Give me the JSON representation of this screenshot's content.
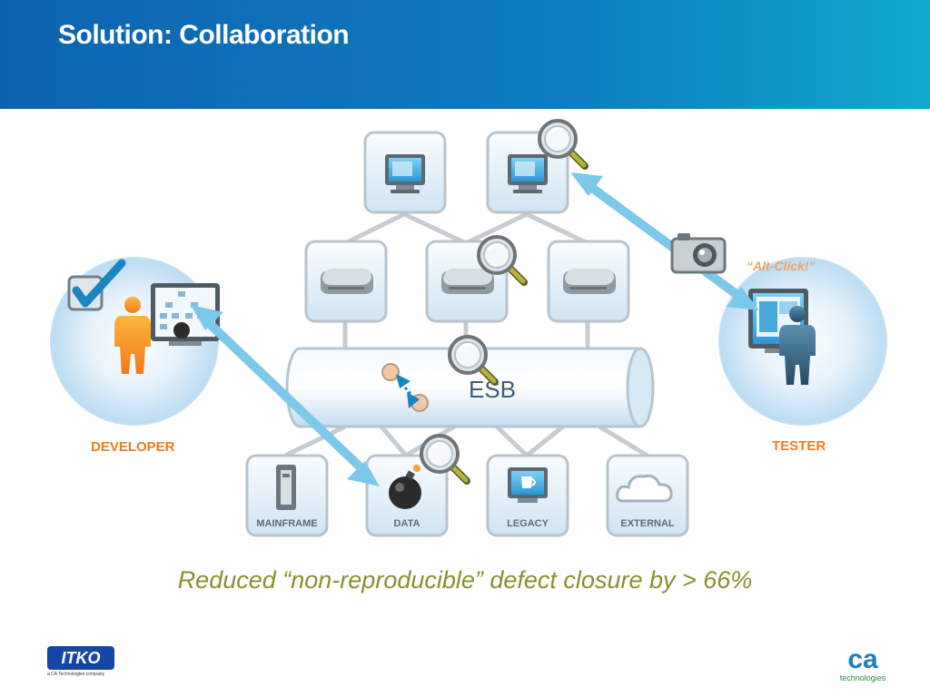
{
  "slide": {
    "title": "Solution: Collaboration",
    "caption": "Reduced “non-reproducible” defect closure by > 66%"
  },
  "diagram": {
    "bus_label": "ESB",
    "developer_label": "DEVELOPER",
    "tester_label": "TESTER",
    "tester_action": "“Alt-Click!”",
    "bottom_systems": [
      "MAINFRAME",
      "DATA",
      "LEGACY",
      "EXTERNAL"
    ],
    "icons": [
      "monitor-icon",
      "router-icon",
      "magnifier-icon",
      "camera-icon",
      "bomb-icon",
      "checkmark-icon",
      "person-icon",
      "cloud-icon",
      "mainframe-icon",
      "coffee-cup-icon"
    ]
  },
  "branding": {
    "left_logo": "ITKO",
    "left_logo_sub": "a CA Technologies company",
    "right_logo": "ca",
    "right_logo_sub": "technologies"
  },
  "colors": {
    "header_start": "#0d63b0",
    "header_end": "#0fa9cc",
    "caption": "#8a8f2c",
    "role_label": "#f07b1e",
    "arrow": "#7cc8ea"
  }
}
